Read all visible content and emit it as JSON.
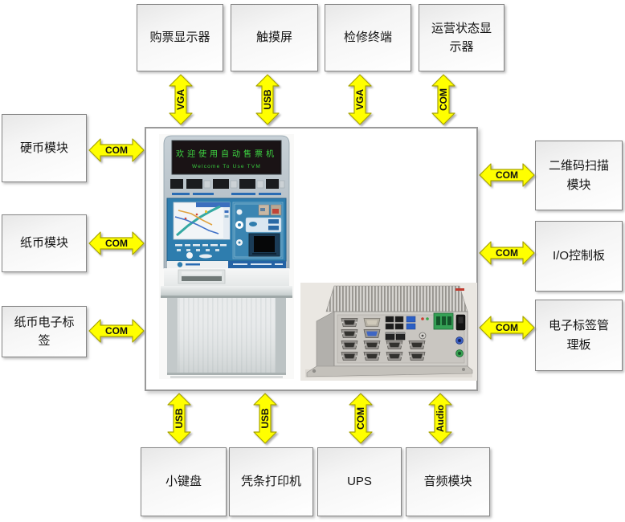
{
  "modules": {
    "top": [
      {
        "label": "购票显示器",
        "interface": "VGA"
      },
      {
        "label": "触摸屏",
        "interface": "USB"
      },
      {
        "label": "检修终端",
        "interface": "VGA"
      },
      {
        "label": "运营状态显示器",
        "interface": "COM"
      }
    ],
    "left": [
      {
        "label": "硬币模块",
        "interface": "COM"
      },
      {
        "label": "纸币模块",
        "interface": "COM"
      },
      {
        "label": "纸币电子标签",
        "interface": "COM"
      }
    ],
    "right": [
      {
        "label": "二维码扫描模块",
        "interface": "COM"
      },
      {
        "label": "I/O控制板",
        "interface": "COM"
      },
      {
        "label": "电子标签管理板",
        "interface": "COM"
      }
    ],
    "bottom": [
      {
        "label": "小键盘",
        "interface": "USB"
      },
      {
        "label": "凭条打印机",
        "interface": "USB"
      },
      {
        "label": "UPS",
        "interface": "COM"
      },
      {
        "label": "音频模块",
        "interface": "Audio"
      }
    ]
  },
  "center": {
    "led_line1": "欢迎使用自动售票机",
    "led_line2": "Welcome To Use TVM"
  },
  "colors": {
    "arrow_fill": "#FFFF00",
    "arrow_stroke": "#A8A400",
    "box_border": "#858585",
    "panel_blue": "#2E7DAE",
    "led_green": "#3FDB43"
  }
}
